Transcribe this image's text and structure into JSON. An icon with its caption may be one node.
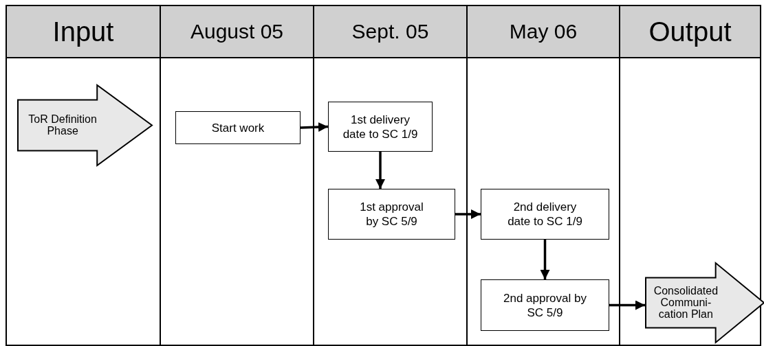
{
  "diagram": {
    "nodes": [
      {
        "text": [
          "Input"
        ]
      },
      {
        "text": [
          "August 05"
        ]
      },
      {
        "text": [
          "Sept. 05"
        ]
      },
      {
        "text": [
          "May 06"
        ]
      },
      {
        "text": [
          "Output"
        ]
      },
      {
        "text": [
          "ToR Definition Phase"
        ],
        "in": 0
      },
      {
        "text": [
          "Start work"
        ],
        "in": 1
      },
      {
        "text": [
          "1st delivery date to SC 1/9"
        ],
        "in": 2
      },
      {
        "text": [
          "1st approval by SC 5/9"
        ],
        "in": 2
      },
      {
        "text": [
          "2nd delivery date to SC 1/9"
        ],
        "in": 3
      },
      {
        "text": [
          "2nd approval by SC 5/9"
        ],
        "in": 3
      },
      {
        "text": [
          "Consolidated Communi- cation Plan"
        ],
        "in": 4
      }
    ],
    "edges": [
      {
        "from": 6,
        "to": 7,
        "arrow": "to"
      },
      {
        "from": 7,
        "to": 8,
        "arrow": "to"
      },
      {
        "from": 8,
        "to": 9,
        "arrow": "to"
      },
      {
        "from": 9,
        "to": 10,
        "arrow": "to"
      },
      {
        "from": 10,
        "to": 11,
        "arrow": "to"
      }
    ]
  }
}
